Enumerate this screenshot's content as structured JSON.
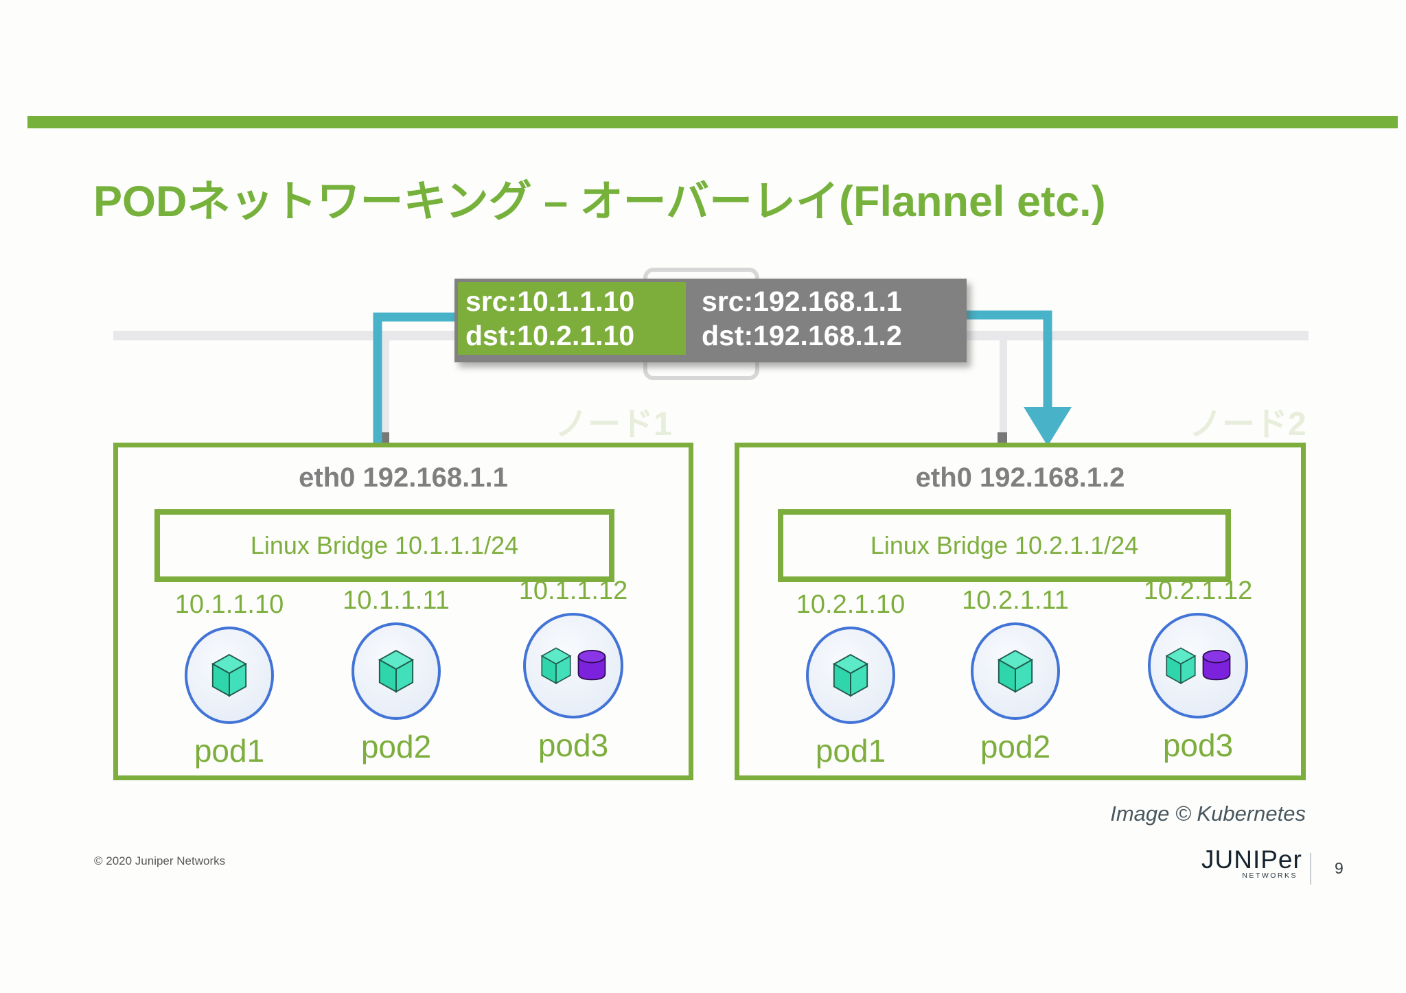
{
  "slide": {
    "title": "PODネットワーキング – オーバーレイ(Flannel etc.)",
    "copyright": "© 2020 Juniper Networks",
    "image_credit": "Image © Kubernetes",
    "page_number": "9",
    "logo": {
      "brand": "JUNIPer",
      "sub": "NETWORKS"
    }
  },
  "packet": {
    "inner": {
      "src": "src:10.1.1.10",
      "dst": "dst:10.2.1.10"
    },
    "outer": {
      "src": "src:192.168.1.1",
      "dst": "dst:192.168.1.2"
    }
  },
  "nodes": [
    {
      "watermark": "ノード1",
      "eth": "eth0 192.168.1.1",
      "bridge": "Linux Bridge 10.1.1.1/24",
      "pods": [
        {
          "ip": "10.1.1.10",
          "label": "pod1",
          "icons": [
            "container-cube-icon"
          ]
        },
        {
          "ip": "10.1.1.11",
          "label": "pod2",
          "icons": [
            "container-cube-icon"
          ]
        },
        {
          "ip": "10.1.1.12",
          "label": "pod3",
          "icons": [
            "container-cube-icon",
            "volume-cylinder-icon"
          ]
        }
      ]
    },
    {
      "watermark": "ノード2",
      "eth": "eth0 192.168.1.2",
      "bridge": "Linux Bridge 10.2.1.1/24",
      "pods": [
        {
          "ip": "10.2.1.10",
          "label": "pod1",
          "icons": [
            "container-cube-icon"
          ]
        },
        {
          "ip": "10.2.1.11",
          "label": "pod2",
          "icons": [
            "container-cube-icon"
          ]
        },
        {
          "ip": "10.2.1.12",
          "label": "pod3",
          "icons": [
            "container-cube-icon",
            "volume-cylinder-icon"
          ]
        }
      ]
    }
  ],
  "colors": {
    "accent_green": "#76b13c",
    "box_border_green": "#7dae3d",
    "packet_inner_green": "#7dad3b",
    "packet_outer_gray": "#818181",
    "network_line_gray": "#e8e8eb",
    "teal_arrow": "#47b2c8",
    "router_outline_gray": "#d7d7d7",
    "pod_circle_blue": "#4273d6",
    "cube_teal": "#3fe0ba",
    "volume_purple": "#7c22dd",
    "watermark_green": "#e7eedb",
    "eth_text_gray": "#7f7f7f"
  }
}
